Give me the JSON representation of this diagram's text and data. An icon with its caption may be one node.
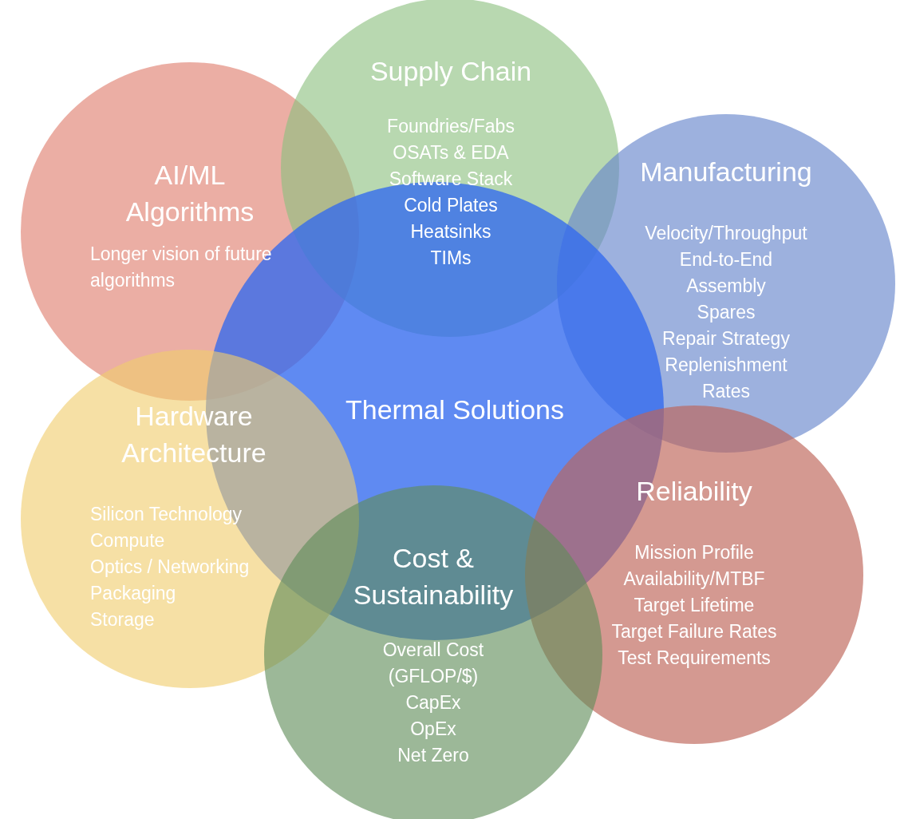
{
  "diagram": {
    "nodes": [
      {
        "text": [
          "AI/ML Algorithms",
          "Longer vision of future algorithms"
        ]
      },
      {
        "text": [
          "Supply Chain",
          "Foundries/Fabs",
          "OSATs & EDA",
          "Software Stack",
          "Cold Plates",
          "Heatsinks",
          "TIMs"
        ]
      },
      {
        "text": [
          "Manufacturing",
          "Velocity/Throughput",
          "End-to-End Assembly",
          "Spares",
          "Repair Strategy",
          "Replenishment Rates"
        ]
      },
      {
        "text": [
          "Thermal Solutions"
        ]
      },
      {
        "text": [
          "Hardware Architecture",
          "Silicon Technology",
          "Compute",
          "Optics / Networking",
          "Packaging",
          "Storage"
        ]
      },
      {
        "text": [
          "Reliability",
          "Mission Profile",
          "Availability/MTBF",
          "Target Lifetime",
          "Target Failure Rates",
          "Test Requirements"
        ]
      },
      {
        "text": [
          "Cost & Sustainability",
          "Overall Cost (GFLOP/$)",
          "CapEx",
          "OpEx",
          "Net Zero"
        ]
      }
    ],
    "edges": []
  }
}
